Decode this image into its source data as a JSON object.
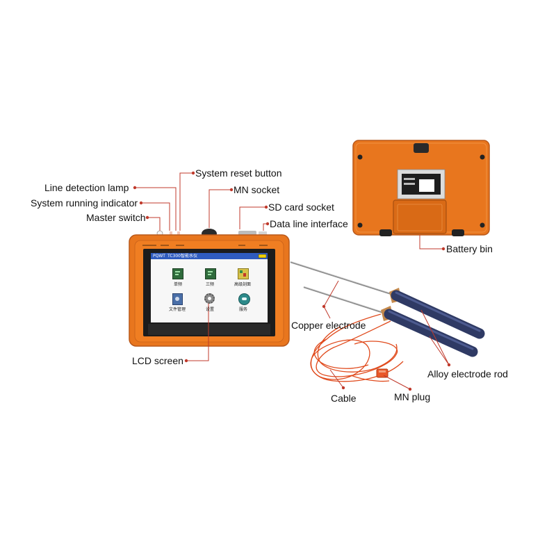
{
  "accent_color": "#c0392b",
  "device_color": "#e8761e",
  "labels": {
    "system_reset_button": "System reset button",
    "line_detection_lamp": "Line detection lamp",
    "mn_socket": "MN socket",
    "system_running_indicator": "System running indicator",
    "sd_card_socket": "SD card socket",
    "master_switch": "Master switch",
    "data_line_interface": "Data line interface",
    "battery_bin": "Battery bin",
    "copper_electrode": "Copper electrode",
    "lcd_screen": "LCD screen",
    "alloy_electrode_rod": "Alloy electrode rod",
    "cable": "Cable",
    "mn_plug": "MN plug"
  },
  "screen": {
    "title": "PQWT",
    "subtitle": "TC300智能水仪",
    "icons": [
      {
        "label": "单频",
        "icon": "chart-icon"
      },
      {
        "label": "三频",
        "icon": "chart-icon"
      },
      {
        "label": "高级剖面",
        "icon": "profile-icon"
      },
      {
        "label": "文件管理",
        "icon": "file-icon"
      },
      {
        "label": "设置",
        "icon": "gear-icon"
      },
      {
        "label": "服务",
        "icon": "phone-icon"
      }
    ]
  }
}
